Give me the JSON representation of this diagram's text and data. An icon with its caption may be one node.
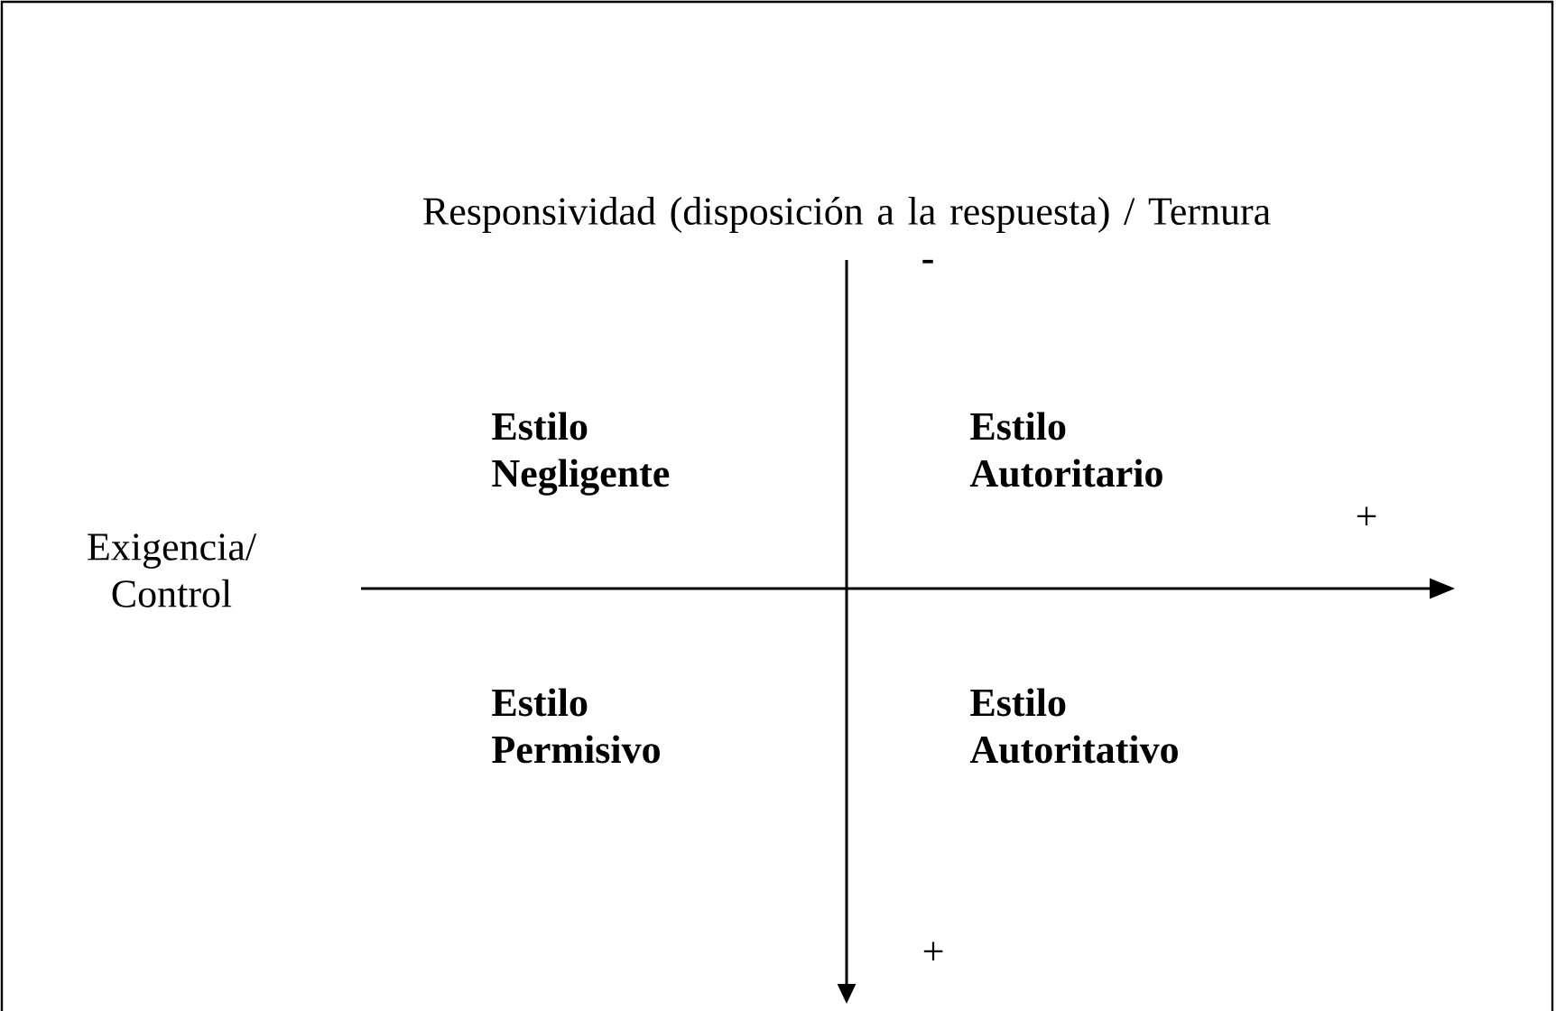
{
  "diagram": {
    "labels": [
      "Responsividad (disposición a la respuesta) / Ternura",
      "-",
      "Estilo Negligente",
      "Estilo Autoritario",
      "+",
      "Exigencia/ Control",
      "Estilo Permisivo",
      "Estilo Autoritativo",
      "+"
    ]
  }
}
